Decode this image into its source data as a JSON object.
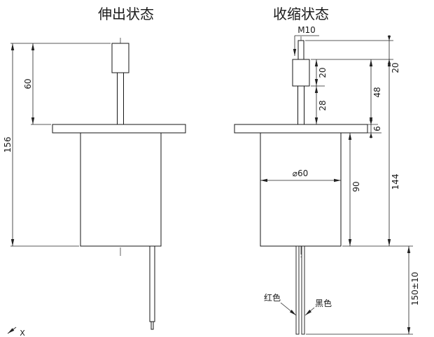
{
  "drawing": {
    "left_view": {
      "title": "伸出状态",
      "dims": {
        "rod_extension": "60",
        "total_height": "156"
      }
    },
    "right_view": {
      "title": "收缩状态",
      "thread_spec": "M10",
      "dims": {
        "rod_tip": "20",
        "thread_length": "20",
        "shaft_below_thread": "28",
        "shaft_above_flange": "48",
        "flange_thickness": "6",
        "overall_height": "144",
        "body_height": "90",
        "body_diameter": "⌀60",
        "wire_length": "150±10"
      },
      "wires": {
        "red_label": "红色",
        "black_label": "黑色"
      }
    },
    "axis_marker": "X"
  }
}
